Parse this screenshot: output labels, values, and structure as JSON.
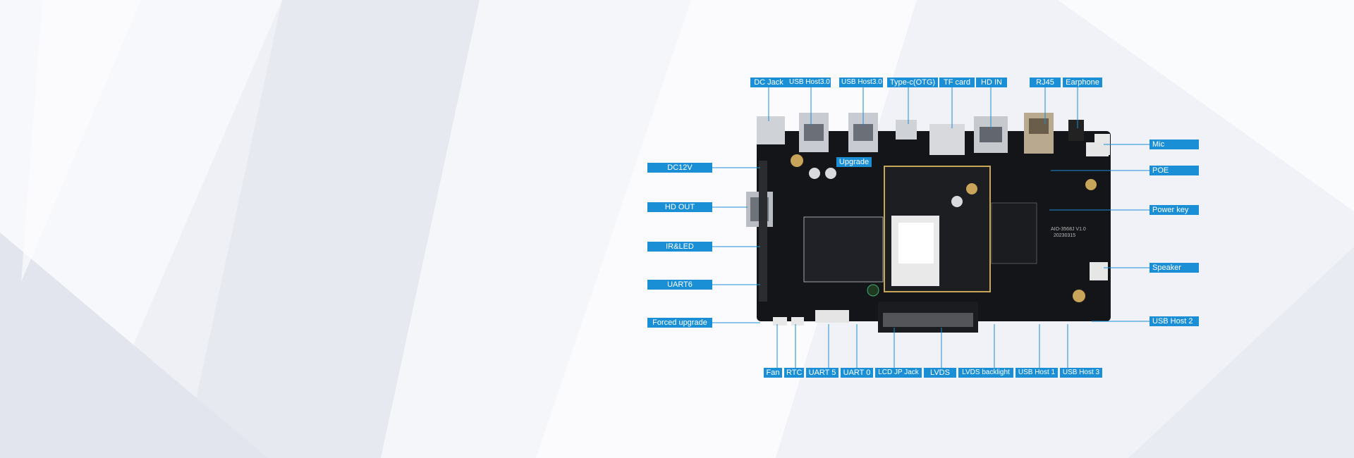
{
  "diagram": {
    "top_labels": {
      "dc_jack": "DC Jack",
      "usb_host30_a": "USB Host3.0",
      "usb_host30_b": "USB Host3.0",
      "type_c_otg": "Type-c(OTG)",
      "tf_card": "TF card",
      "hd_in": "HD IN",
      "rj45": "RJ45",
      "earphone": "Earphone"
    },
    "upgrade": "Upgrade",
    "left_labels": {
      "dc12v": "DC12V",
      "hd_out": "HD OUT",
      "ir_led": "IR&LED",
      "uart6": "UART6",
      "forced_upgrade": "Forced upgrade"
    },
    "right_labels": {
      "mic": "Mic",
      "poe": "POE",
      "power_key": "Power key",
      "speaker": "Speaker",
      "usb_host2": "USB Host 2"
    },
    "bottom_labels": {
      "fan": "Fan",
      "rtc": "RTC",
      "uart5": "UART 5",
      "uart0": "UART 0",
      "lcd_jp_jack": "LCD JP Jack",
      "lvds": "LVDS",
      "lvds_backlight": "LVDS backlight",
      "usb_host1": "USB Host 1",
      "usb_host3": "USB Host 3"
    },
    "silkscreen": {
      "board_id": "AIO-3568J V1.0",
      "date": "20230315"
    },
    "colors": {
      "label_bg": "#1a8fd6",
      "pcb": "#141518",
      "background": "#f3f4f8"
    }
  }
}
